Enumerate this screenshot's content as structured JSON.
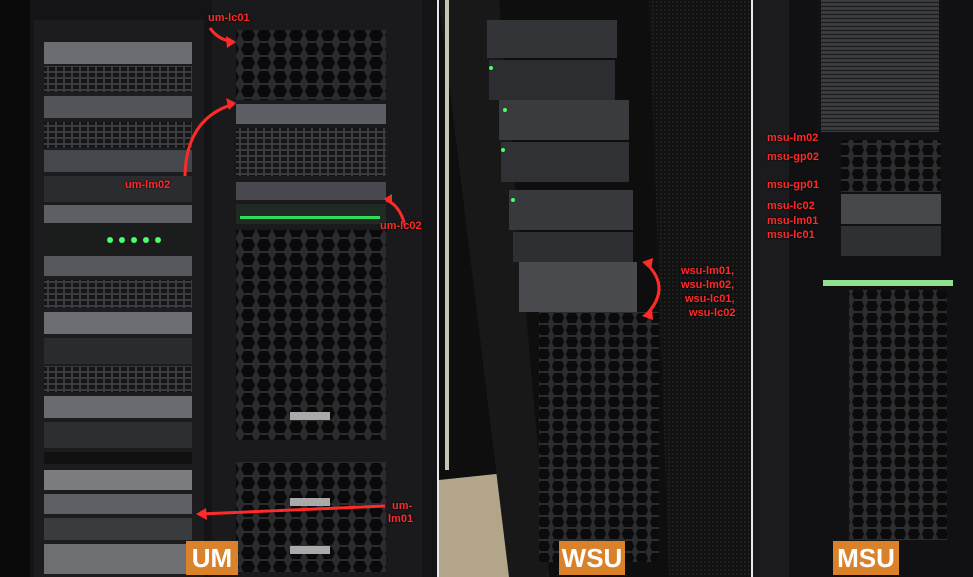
{
  "panels": {
    "um": {
      "label": "UM",
      "annotations": {
        "lc01": "um-lc01",
        "lm02": "um-lm02",
        "lc02": "um-lc02",
        "lm01_line1": "um-",
        "lm01_line2": "lm01"
      }
    },
    "wsu": {
      "label": "WSU",
      "annotations": {
        "line1": "wsu-lm01,",
        "line2": "wsu-lm02,",
        "line3": "wsu-lc01,",
        "line4": "wsu-lc02"
      }
    },
    "msu": {
      "label": "MSU",
      "annotations": {
        "line1": "msu-lm02",
        "line2": "msu-gp02",
        "line3": "msu-gp01",
        "line4": "msu-lc02",
        "line5": "msu-lm01",
        "line6": "msu-lc01"
      }
    }
  },
  "colors": {
    "annotation": "#ff2a2a",
    "label_bg": "#d9822b",
    "divider": "#e9e9e9"
  }
}
